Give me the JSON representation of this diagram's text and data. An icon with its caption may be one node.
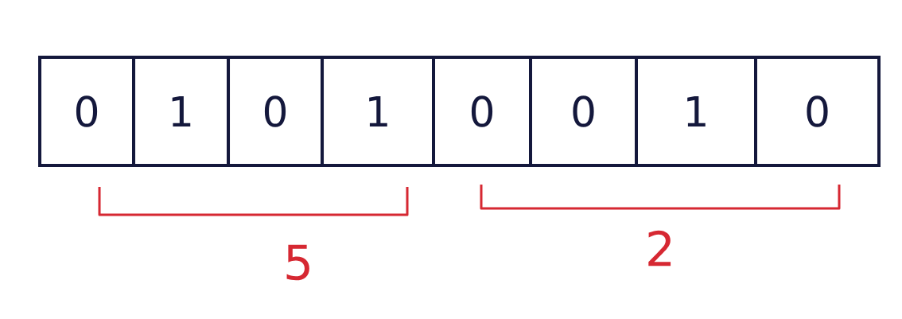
{
  "diagram": {
    "nodes": [
      {
        "text": [
          "0"
        ]
      },
      {
        "text": [
          "1"
        ]
      },
      {
        "text": [
          "0"
        ]
      },
      {
        "text": [
          "1"
        ]
      },
      {
        "text": [
          "0"
        ]
      },
      {
        "text": [
          "0"
        ]
      },
      {
        "text": [
          "1"
        ]
      },
      {
        "text": [
          "0"
        ]
      }
    ],
    "edges": [],
    "labels": [
      "5",
      "2"
    ]
  }
}
